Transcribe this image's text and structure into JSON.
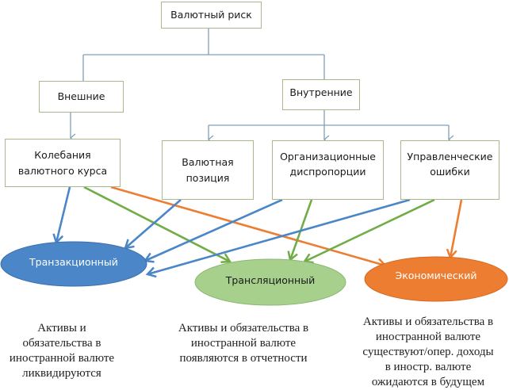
{
  "root": {
    "label": "Валютный риск"
  },
  "categories": [
    {
      "id": "external",
      "label": "Внешние"
    },
    {
      "id": "internal",
      "label": "Внутренние"
    }
  ],
  "factors": [
    {
      "id": "fx-fluctuation",
      "line1": "Колебания",
      "line2": "валютного курса"
    },
    {
      "id": "fx-position",
      "line1": "Валютная",
      "line2": "позиция"
    },
    {
      "id": "org-disproportion",
      "line1": "Организационные",
      "line2": "диспропорции"
    },
    {
      "id": "mgmt-errors",
      "line1": "Управленческие",
      "line2": "ошибки"
    }
  ],
  "risk_types": [
    {
      "id": "transaction",
      "label": "Транзакционный",
      "color": "#4a86c8",
      "text_color": "#ffffff"
    },
    {
      "id": "translation",
      "label": "Трансляционный",
      "color": "#a8d08d",
      "text_color": "#1a1a1a"
    },
    {
      "id": "economic",
      "label": "Экономический",
      "color": "#ed7d31",
      "text_color": "#ffffff"
    }
  ],
  "descriptions": [
    {
      "lines": [
        "Активы и",
        "обязательства в",
        "иностранной валюте",
        "ликвидируются"
      ]
    },
    {
      "lines": [
        "Активы и обязательства в",
        "иностранной валюте",
        "появляются в отчетности"
      ]
    },
    {
      "lines": [
        "Активы и обязательства в",
        "иностранной валюте",
        "существуют/опер. доходы",
        "в иностр. валюте",
        "ожидаются в будущем"
      ]
    }
  ],
  "connector_colors": {
    "tree": "#7f9fb8",
    "transaction": "#4a86c8",
    "translation": "#70ad47",
    "economic": "#ed7d31"
  },
  "links": [
    {
      "from": "fx-fluctuation",
      "to": "transaction"
    },
    {
      "from": "fx-fluctuation",
      "to": "translation"
    },
    {
      "from": "fx-fluctuation",
      "to": "economic"
    },
    {
      "from": "fx-position",
      "to": "transaction"
    },
    {
      "from": "org-disproportion",
      "to": "transaction"
    },
    {
      "from": "org-disproportion",
      "to": "translation"
    },
    {
      "from": "mgmt-errors",
      "to": "transaction"
    },
    {
      "from": "mgmt-errors",
      "to": "translation"
    },
    {
      "from": "mgmt-errors",
      "to": "economic"
    }
  ]
}
